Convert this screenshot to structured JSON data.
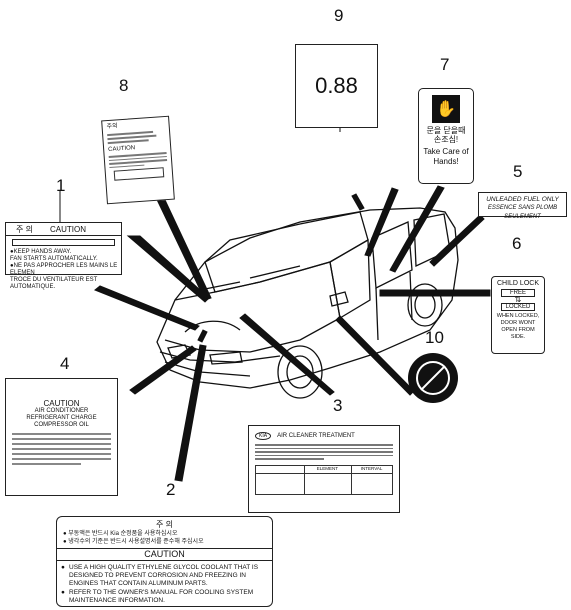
{
  "callouts": {
    "n1": "1",
    "n2": "2",
    "n3": "3",
    "n4": "4",
    "n5": "5",
    "n6": "6",
    "n7": "7",
    "n8": "8",
    "n9": "9",
    "n10": "10"
  },
  "label1": {
    "korean": "주 의",
    "caution": "CAUTION",
    "line1": "●KEEP HANDS AWAY.",
    "line2": "FAN STARTS AUTOMATICALLY.",
    "line3": "●NE PAS APPROCHER LES MAINS LE ELEMEN",
    "line4": "TROCE DU VENTILATEUR EST AUTOMATIQUE."
  },
  "label2": {
    "korean_title": "주 의",
    "korean_line1": "● 부동액은 반드시 Kia 순정품을 사용하십시오",
    "korean_line2": "● 냉각수의 기준은 반드시 사용설명서를 준수해 주십시오",
    "caution": "CAUTION",
    "en_line1": "USE A HIGH QUALITY ETHYLENE GLYCOL COOLANT THAT IS DESIGNED TO PREVENT CORROSION AND FREEZING IN ENGINES THAT CONTAIN ALUMINUM PARTS.",
    "en_line2": "REFER TO THE OWNER'S MANUAL FOR COOLING SYSTEM MAINTENANCE INFORMATION."
  },
  "label3": {
    "logo": "KIA",
    "title": "AIR CLEANER TREATMENT",
    "table_head": [
      "",
      "ELEMENT",
      "INTERVAL"
    ]
  },
  "label4": {
    "caution": "CAUTION",
    "sub1": "AIR CONDITIONER",
    "sub2": "REFRIGERANT CHARGE",
    "sub3": "COMPRESSOR OIL"
  },
  "label5": {
    "line1": "UNLEADED FUEL ONLY",
    "line2": "ESSENCE SANS PLOMB SEULEMENT"
  },
  "label6": {
    "title": "CHILD LOCK",
    "free": "FREE",
    "locked": "LOCKED",
    "text": "WHEN LOCKED, DOOR WONT OPEN FROM SIDE."
  },
  "label7": {
    "korean": "문을 닫을때 손조심!",
    "text": "Take Care of Hands!"
  },
  "label8": {
    "korean": "주의",
    "caution": "CAUTION"
  },
  "label9": {
    "value": "0.88"
  },
  "colors": {
    "ink": "#111111",
    "paper": "#ffffff"
  }
}
